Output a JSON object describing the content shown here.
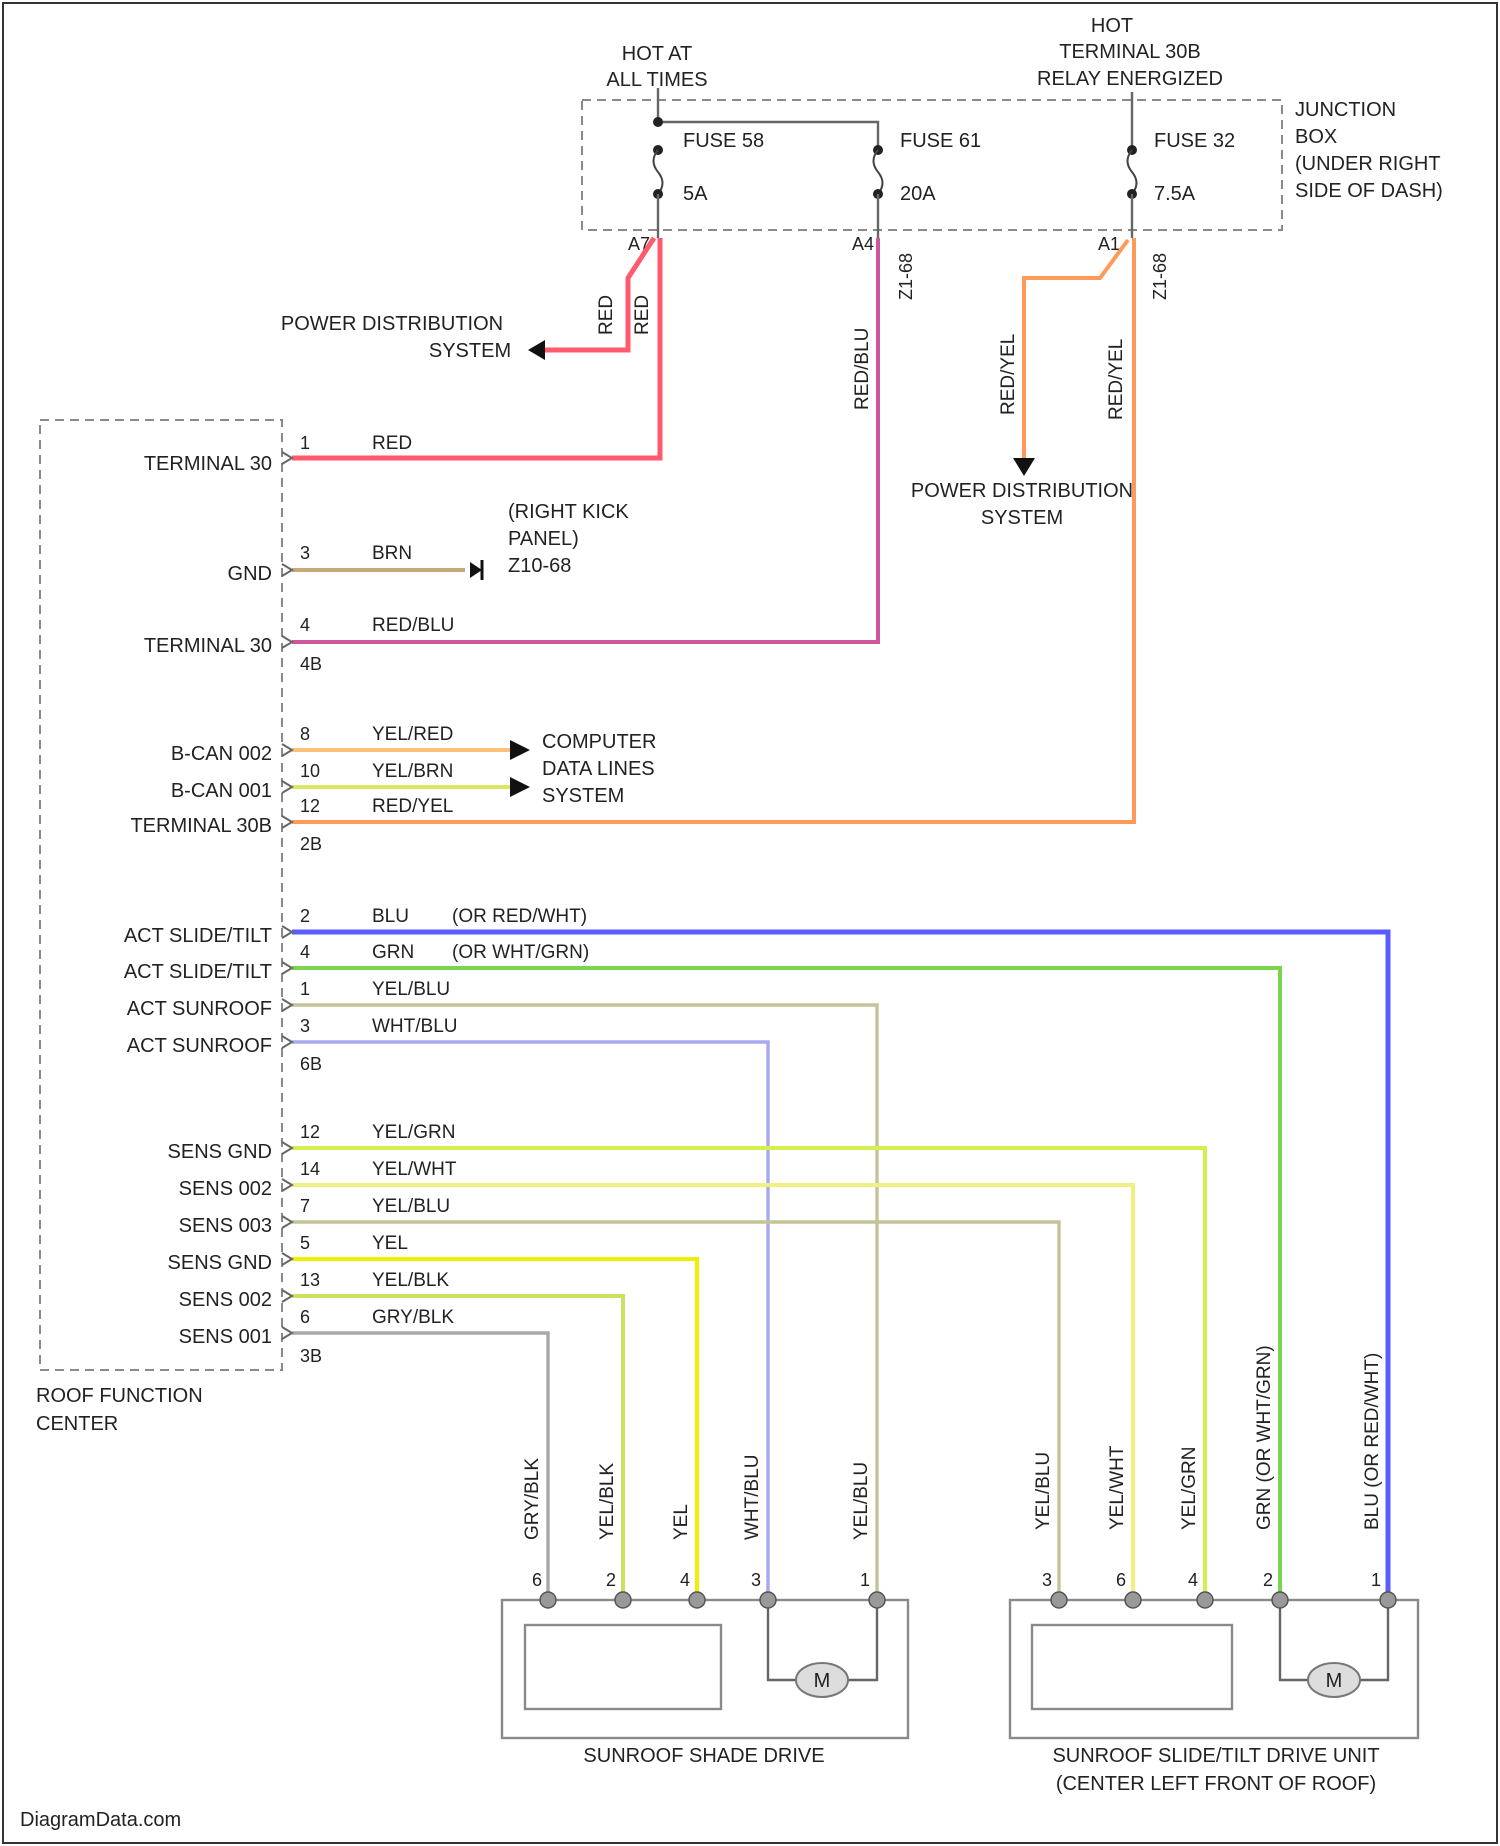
{
  "watermark": "DiagramData.com",
  "power": {
    "hot_at_all_times": [
      "HOT AT",
      "ALL TIMES"
    ],
    "hot_terminal_30b": [
      "HOT",
      "TERMINAL 30B",
      "RELAY ENERGIZED"
    ]
  },
  "junction_box": {
    "label": [
      "JUNCTION",
      "BOX",
      "(UNDER RIGHT",
      "SIDE OF DASH)"
    ],
    "fuses": [
      {
        "name": "FUSE 58",
        "rating": "5A"
      },
      {
        "name": "FUSE 61",
        "rating": "20A"
      },
      {
        "name": "FUSE 32",
        "rating": "7.5A"
      }
    ],
    "pins": [
      "A7",
      "A4",
      "A1"
    ],
    "connector_refs": [
      "Z1-68",
      "Z1-68"
    ]
  },
  "power_distribution": {
    "upper": [
      "POWER DISTRIBUTION",
      "SYSTEM"
    ],
    "lower": [
      "POWER DISTRIBUTION",
      "SYSTEM"
    ]
  },
  "right_kick_panel": [
    "(RIGHT KICK",
    "PANEL)",
    "Z10-68"
  ],
  "computer_data_lines": [
    "COMPUTER",
    "DATA LINES",
    "SYSTEM"
  ],
  "roof_function_center": {
    "label": [
      "ROOF FUNCTION",
      "CENTER"
    ],
    "signals": [
      {
        "label": "TERMINAL 30",
        "pin": "1",
        "wire": "RED"
      },
      {
        "label": "GND",
        "pin": "3",
        "wire": "BRN"
      },
      {
        "label": "TERMINAL 30",
        "pin": "4",
        "wire": "RED/BLU"
      },
      {
        "label": "B-CAN 002",
        "pin": "8",
        "wire": "YEL/RED"
      },
      {
        "label": "B-CAN 001",
        "pin": "10",
        "wire": "YEL/BRN"
      },
      {
        "label": "TERMINAL 30B",
        "pin": "12",
        "wire": "RED/YEL"
      },
      {
        "label": "ACT SLIDE/TILT",
        "pin": "2",
        "wire": "BLU",
        "alt": "(OR RED/WHT)"
      },
      {
        "label": "ACT SLIDE/TILT",
        "pin": "4",
        "wire": "GRN",
        "alt": "(OR WHT/GRN)"
      },
      {
        "label": "ACT SUNROOF",
        "pin": "1",
        "wire": "YEL/BLU"
      },
      {
        "label": "ACT SUNROOF",
        "pin": "3",
        "wire": "WHT/BLU"
      },
      {
        "label": "SENS GND",
        "pin": "12",
        "wire": "YEL/GRN"
      },
      {
        "label": "SENS 002",
        "pin": "14",
        "wire": "YEL/WHT"
      },
      {
        "label": "SENS 003",
        "pin": "7",
        "wire": "YEL/BLU"
      },
      {
        "label": "SENS GND",
        "pin": "5",
        "wire": "YEL"
      },
      {
        "label": "SENS 002",
        "pin": "13",
        "wire": "YEL/BLK"
      },
      {
        "label": "SENS 001",
        "pin": "6",
        "wire": "GRY/BLK"
      }
    ],
    "connector_counts": [
      "4B",
      "2B",
      "6B",
      "3B"
    ]
  },
  "red_vertical": [
    "RED",
    "RED"
  ],
  "red_yel_vertical": [
    "RED/YEL",
    "RED/YEL"
  ],
  "shade_drive": {
    "label": "SUNROOF SHADE DRIVE",
    "wires": [
      "GRY/BLK",
      "YEL/BLK",
      "YEL",
      "WHT/BLU",
      "YEL/BLU"
    ],
    "pins": [
      "6",
      "2",
      "4",
      "3",
      "1"
    ],
    "motor": "M"
  },
  "slide_tilt": {
    "label": [
      "SUNROOF SLIDE/TILT DRIVE UNIT",
      "(CENTER LEFT FRONT OF ROOF)"
    ],
    "wires": [
      "YEL/BLU",
      "YEL/WHT",
      "YEL/GRN",
      "GRN (OR WHT/GRN)",
      "BLU (OR RED/WHT)"
    ],
    "pins": [
      "3",
      "6",
      "4",
      "2",
      "1"
    ],
    "motor": "M"
  },
  "colors": {
    "red": "#ff5a6e",
    "redblu": "#d0569b",
    "redyel": "#ff9a5a",
    "brn": "#c8a878",
    "yelred": "#ffc07a",
    "yelbrn": "#d8e860",
    "blu": "#5a5cff",
    "grn": "#7bd450",
    "yelblu": "#c4c498",
    "whtblu": "#a8a8f0",
    "yelgrn": "#d4ef50",
    "yelwht": "#f0f080",
    "yel": "#eef000",
    "yelblk": "#cde060",
    "gryblk": "#a8a8a8"
  }
}
